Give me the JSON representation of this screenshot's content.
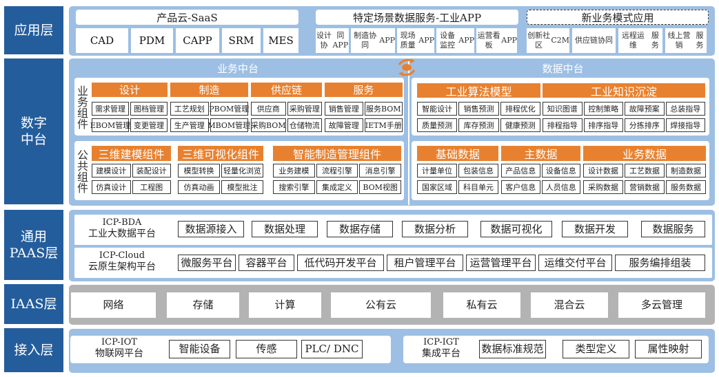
{
  "layers": {
    "app": "应用层",
    "midplatform": "数字\n中台",
    "paas": "通用\nPAAS层",
    "iaas": "IAAS层",
    "access": "接入层"
  },
  "app_layer": {
    "saas_title": "产品云-SaaS",
    "saas_items": [
      "CAD",
      "PDM",
      "CAPP",
      "SRM",
      "MES"
    ],
    "industrial_app_title": "特定场景数据服务-工业APP",
    "industrial_app_items": [
      {
        "line1": "设计协",
        "line2": "同APP"
      },
      {
        "line1": "制造协同",
        "line2": "APP"
      },
      {
        "line1": "现场质量",
        "line2": "APP"
      },
      {
        "line1": "设备监控",
        "line2": "APP"
      },
      {
        "line1": "运营看板",
        "line2": "APP"
      }
    ],
    "new_business_title": "新业务模式应用",
    "new_business_items": [
      {
        "line1": "创新社区",
        "line2": "C2M"
      },
      {
        "line1": "供应链",
        "line2": "协同"
      },
      {
        "line1": "远程运维",
        "line2": "服务"
      },
      {
        "line1": "线上营销",
        "line2": "服务"
      }
    ]
  },
  "middle_platform": {
    "business_title": "业务中台",
    "data_title": "数据中台",
    "sync_icon": "cycle-arrows-icon",
    "business_components_label": "业务组件",
    "business_groups": [
      {
        "name": "设计",
        "items": [
          "需求管理",
          "图档管理",
          "EBOM管理",
          "变更管理"
        ]
      },
      {
        "name": "制造",
        "items": [
          "工艺规划",
          "PBOM管理",
          "生产管理",
          "MBOM管理"
        ]
      },
      {
        "name": "供应链",
        "items": [
          "供应商",
          "采购管理",
          "采购BOM",
          "仓储物流"
        ]
      },
      {
        "name": "服务",
        "items": [
          "销售管理",
          "服务BOM",
          "故障管理",
          "IETM手册"
        ]
      }
    ],
    "public_components_label": "公共组件",
    "public_groups": [
      {
        "name": "三维建模组件",
        "items": [
          "建模设计",
          "装配设计",
          "仿真设计",
          "工程图"
        ]
      },
      {
        "name": "三维可视化组件",
        "items": [
          "模型转换",
          "轻量化浏览",
          "仿真动画",
          "模型批注"
        ]
      },
      {
        "name": "智能制造管理组件",
        "items": [
          "业务建模",
          "流程引擎",
          "消息引擎",
          "搜索引擎",
          "集成定义",
          "BOM视图"
        ]
      }
    ],
    "data_groups_top": [
      {
        "name": "工业算法模型",
        "items": [
          "智能设计",
          "销售预测",
          "排程优化",
          "质量预测",
          "库存预测",
          "健康预测"
        ]
      },
      {
        "name": "工业知识沉淀",
        "items": [
          "知识图谱",
          "控制策略",
          "故障预案",
          "总装指导",
          "排程指导",
          "排序指导",
          "分拣排序",
          "焊接指导"
        ]
      }
    ],
    "data_groups_bottom": [
      {
        "name": "基础数据",
        "items": [
          "计量单位",
          "包装信息",
          "国家区域",
          "科目单元"
        ]
      },
      {
        "name": "主数据",
        "items": [
          "产品信息",
          "设备信息",
          "客户信息",
          "人员信息"
        ]
      },
      {
        "name": "业务数据",
        "items": [
          "设计数据",
          "工艺数据",
          "制造数据",
          "采购数据",
          "营销数据",
          "服务数据"
        ]
      }
    ]
  },
  "paas": {
    "bda_name": "ICP-BDA",
    "bda_sub": "工业大数据平台",
    "bda_items": [
      "数据源接入",
      "数据处理",
      "数据存储",
      "数据分析",
      "数据可视化",
      "数据开发",
      "数据服务"
    ],
    "cloud_name": "ICP-Cloud",
    "cloud_sub": "云原生架构平台",
    "cloud_items": [
      "微服务平台",
      "容器平台",
      "低代码开发平台",
      "租户管理平台",
      "运营管理平台",
      "运维交付平台",
      "服务编排组装"
    ]
  },
  "iaas": {
    "items": [
      "网络",
      "存储",
      "计算",
      "公有云",
      "私有云",
      "混合云",
      "多云管理"
    ]
  },
  "access": {
    "iot_name": "ICP-IOT",
    "iot_sub": "物联网平台",
    "iot_items": [
      "智能设备",
      "传感",
      "PLC/ DNC"
    ],
    "igt_name": "ICP-IGT",
    "igt_sub": "集成平台",
    "igt_items": [
      "数据标准规范",
      "类型定义",
      "属性映射"
    ]
  },
  "colors": {
    "layer_label": "#245d9c",
    "panel_blue": "#9dbfe3",
    "panel_gray": "#b3b3b3",
    "orange": "#e8812f"
  }
}
